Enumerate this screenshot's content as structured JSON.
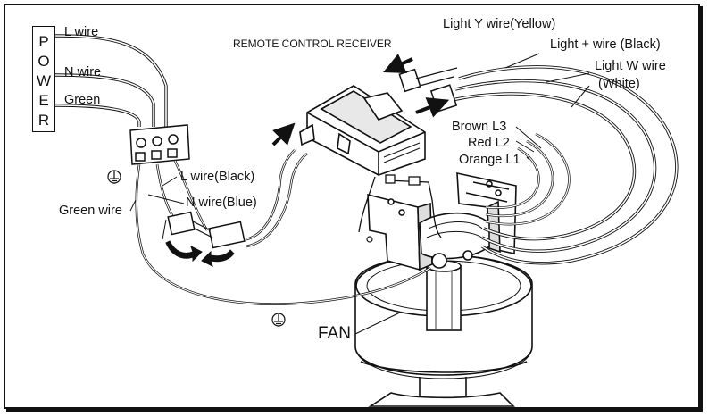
{
  "power": {
    "label": "POWER",
    "letters": [
      "P",
      "O",
      "W",
      "E",
      "R"
    ]
  },
  "labels": {
    "l_wire": "L wire",
    "n_wire": "N wire",
    "green": "Green",
    "remote_receiver": "REMOTE CONTROL RECEIVER",
    "light_y": "Light Y wire(Yellow)",
    "light_plus": "Light  + wire (Black)",
    "light_w": "Light W wire",
    "light_w_color": "(White)",
    "brown": "Brown L3",
    "red": "Red L2",
    "orange": "Orange L1",
    "l_wire_black": "L wire(Black)",
    "n_wire_blue": "N wire(Blue)",
    "green_wire": "Green wire",
    "fan": "FAN"
  },
  "icons": {
    "ground": "ground-icon",
    "arrow": "arrow-icon",
    "terminal": "terminal-block-icon"
  }
}
